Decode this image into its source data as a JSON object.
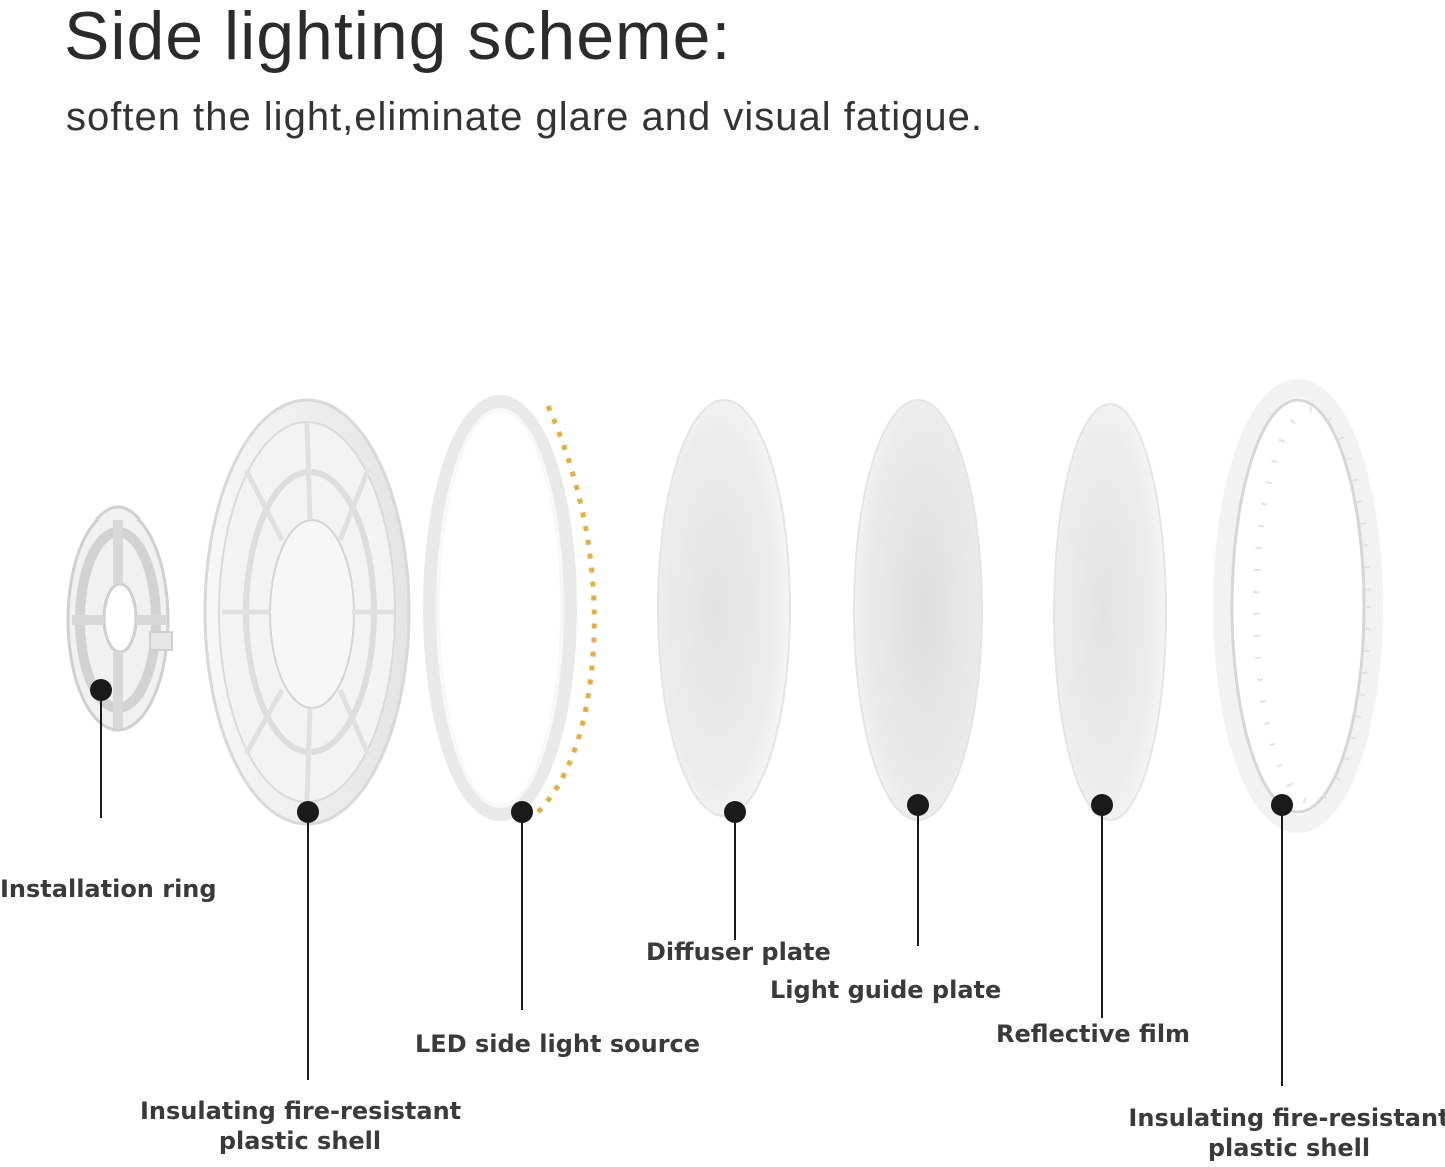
{
  "header": {
    "title": "Side lighting scheme:",
    "subtitle": "soften the light,eliminate glare and visual fatigue."
  },
  "parts": [
    {
      "id": "installation-ring",
      "label": "Installation ring"
    },
    {
      "id": "insulating-shell-back",
      "label_line1": "Insulating fire-resistant",
      "label_line2": "plastic shell"
    },
    {
      "id": "led-side-light-source",
      "label": "LED side light source"
    },
    {
      "id": "diffuser-plate",
      "label": "Diffuser plate"
    },
    {
      "id": "light-guide-plate",
      "label": "Light guide plate"
    },
    {
      "id": "reflective-film",
      "label": "Reflective film"
    },
    {
      "id": "insulating-shell-front",
      "label_line1": "Insulating fire-resistant",
      "label_line2": "plastic shell"
    }
  ],
  "colors": {
    "title": "#2b2b2b",
    "label": "#3a3a3a",
    "callout": "#1a1a1a",
    "led": "#e3b040",
    "part_light": "#f4f4f4",
    "part_shade": "#d6d6d6"
  }
}
